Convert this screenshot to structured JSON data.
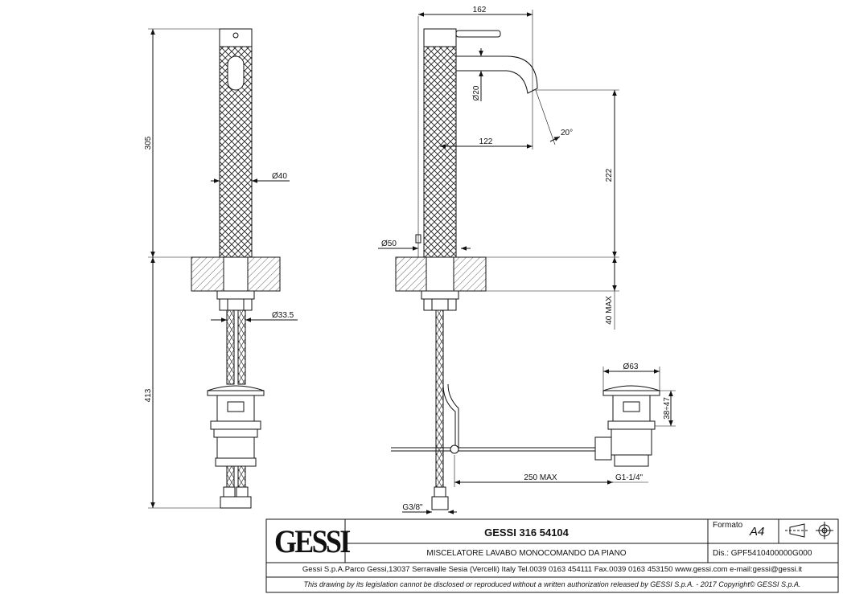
{
  "dimensions": {
    "height_body": "305",
    "dia_body": "Ø40",
    "dia_shank": "Ø33.5",
    "height_below": "413",
    "width_top": "162",
    "dia_spout": "Ø20",
    "angle": "20°",
    "spout_reach": "122",
    "height_spout": "222",
    "dia_base": "Ø50",
    "deck_max": "40 MAX",
    "dia_waste": "Ø63",
    "waste_range": "38÷47",
    "rod_max": "250 MAX",
    "thread_waste": "G1-1/4\"",
    "thread_hose": "G3/8\""
  },
  "title_block": {
    "brand": "GESSI",
    "product_code": "GESSI 316 54104",
    "description": "MISCELATORE LAVABO MONOCOMANDO DA PIANO",
    "format_label": "Formato",
    "format_value": "A4",
    "drawing_number": "Dis.: GPF5410400000G000",
    "address": "Gessi S.p.A.Parco Gessi,13037 Serravalle Sesia (Vercelli) Italy Tel.0039 0163 454111 Fax.0039 0163 453150 www.gessi.com e-mail:gessi@gessi.it",
    "disclaimer": "This drawing by its legislation cannot be disclosed or reproduced without a written authorization released by GESSI S.p.A. - 2017 Copyright© GESSI S.p.A."
  }
}
